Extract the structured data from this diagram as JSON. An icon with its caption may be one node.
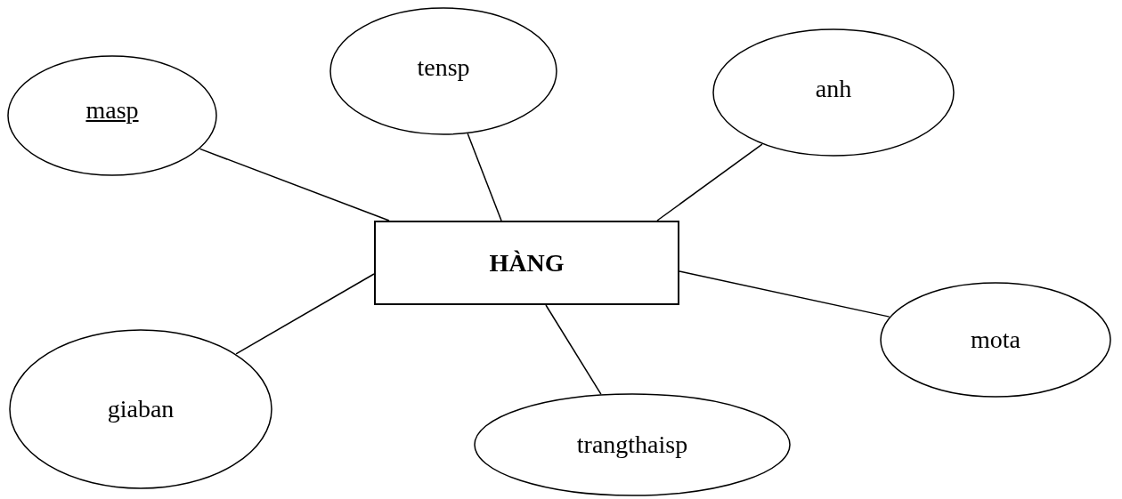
{
  "diagram": {
    "nodes": [
      {
        "text": [
          "masp"
        ]
      },
      {
        "text": [
          "tensp"
        ]
      },
      {
        "text": [
          "anh"
        ]
      },
      {
        "text": [
          "HÀNG"
        ]
      },
      {
        "text": [
          "mota"
        ]
      },
      {
        "text": [
          "giaban"
        ]
      },
      {
        "text": [
          "trangthaisp"
        ]
      }
    ],
    "edges": [
      {
        "from": 0,
        "to": 3,
        "arrow": "none"
      },
      {
        "from": 1,
        "to": 3,
        "arrow": "none"
      },
      {
        "from": 2,
        "to": 3,
        "arrow": "none"
      },
      {
        "from": 4,
        "to": 3,
        "arrow": "none"
      },
      {
        "from": 6,
        "to": 3,
        "arrow": "none"
      },
      {
        "from": 5,
        "to": 3,
        "arrow": "none"
      }
    ]
  }
}
